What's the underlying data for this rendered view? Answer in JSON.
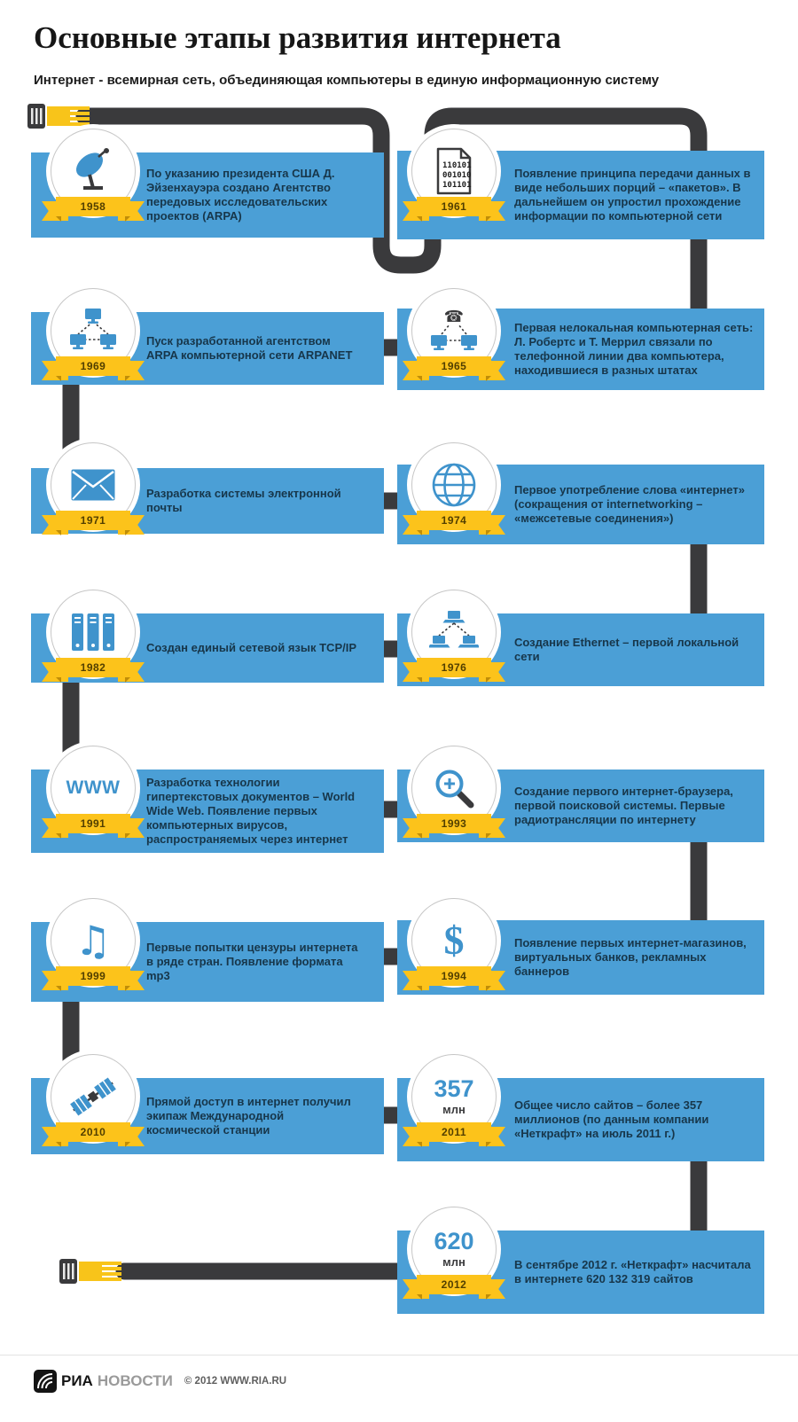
{
  "header": {
    "title": "Основные этапы развития интернета",
    "subtitle": "Интернет - всемирная сеть, объединяющая компьютеры в единую информационную систему"
  },
  "milestones": [
    {
      "year": "1958",
      "side": "left",
      "icon": "satellite-dish-icon",
      "text": "По указанию президента США Д. Эйзенхауэра создано Агентство передовых исследовательских проектов (ARPA)"
    },
    {
      "year": "1961",
      "side": "right",
      "icon": "binary-document-icon",
      "binary_lines": [
        "110101",
        "001010",
        "101101"
      ],
      "text": "Появление принципа передачи данных в виде небольших порций – «пакетов». В дальнейшем он упростил прохождение информации по компьютерной сети"
    },
    {
      "year": "1969",
      "side": "left",
      "icon": "network-computers-icon",
      "text": "Пуск разработанной агентством ARPA компьютерной сети ARPANET"
    },
    {
      "year": "1965",
      "side": "right",
      "icon": "telephone-computers-icon",
      "icon_glyph": "☎",
      "text": "Первая нелокальная компьютерная сеть: Л. Робертс и Т. Меррил связали по телефонной линии два компьютера, находившиеся в разных штатах"
    },
    {
      "year": "1971",
      "side": "left",
      "icon": "envelope-icon",
      "text": "Разработка системы электронной почты"
    },
    {
      "year": "1974",
      "side": "right",
      "icon": "globe-icon",
      "text": "Первое употребление слова «интернет» (сокращения от internetworking – «межсетевые соединения»)"
    },
    {
      "year": "1982",
      "side": "left",
      "icon": "server-stack-icon",
      "text": "Создан единый сетевой язык TCP/IP"
    },
    {
      "year": "1976",
      "side": "right",
      "icon": "laptops-network-icon",
      "text": "Создание Ethernet – первой локальной сети"
    },
    {
      "year": "1991",
      "side": "left",
      "icon": "www-text-icon",
      "icon_label": "WWW",
      "text": "Разработка технологии гипертекстовых документов – World Wide Web. Появление первых компьютерных вирусов, распространяемых через интернет"
    },
    {
      "year": "1993",
      "side": "right",
      "icon": "search-magnifier-icon",
      "text": "Создание первого интернет-браузера, первой поисковой системы. Первые радиотрансляции по интернету"
    },
    {
      "year": "1999",
      "side": "left",
      "icon": "music-note-icon",
      "icon_glyph": "♫",
      "text": "Первые попытки цензуры интернета в ряде стран. Появление формата mp3"
    },
    {
      "year": "1994",
      "side": "right",
      "icon": "dollar-icon",
      "icon_glyph": "$",
      "text": "Появление первых интернет-магазинов, виртуальных банков, рекламных баннеров"
    },
    {
      "year": "2010",
      "side": "left",
      "icon": "iss-solar-panels-icon",
      "text": "Прямой доступ в интернет получил экипаж Международной космической станции"
    },
    {
      "year": "2011",
      "side": "right",
      "icon": "stat-number-icon",
      "stat_value": "357",
      "stat_unit": "млн",
      "text": "Общее число сайтов – более 357 миллионов (по данным компании «Неткрафт» на июль 2011 г.)"
    },
    {
      "year": "2012",
      "side": "right",
      "icon": "stat-number-icon",
      "stat_value": "620",
      "stat_unit": "млн",
      "text": "В сентябре 2012 г. «Неткрафт» насчитала в интернете 620 132 319 сайтов"
    }
  ],
  "decorations": {
    "start_cable": "ethernet-cable-icon",
    "end_cable": "ethernet-cable-icon"
  },
  "footer": {
    "brand_ria": "РИА",
    "brand_novosti": "НОВОСТИ",
    "copyright": "© 2012 WWW.RIA.RU"
  },
  "colors": {
    "card_blue": "#4b9fd6",
    "path_dark": "#3a3a3c",
    "ribbon_yellow": "#fcc31b",
    "icon_blue": "#3f93cc"
  }
}
